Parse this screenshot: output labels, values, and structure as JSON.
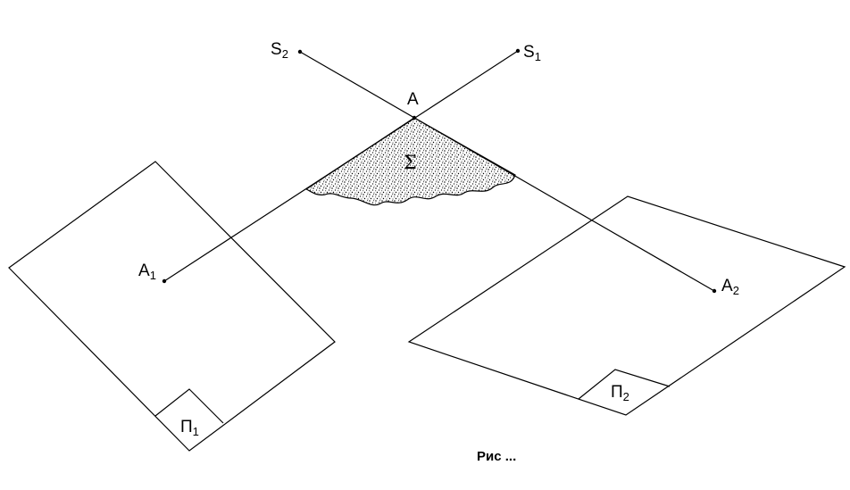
{
  "labels": {
    "s2": "S",
    "s2_sub": "2",
    "s1": "S",
    "s1_sub": "1",
    "a": "A",
    "a1": "A",
    "a1_sub": "1",
    "a2": "A",
    "a2_sub": "2",
    "sigma": "Σ",
    "plane1": "П",
    "plane1_sub": "1",
    "plane2": "П",
    "plane2_sub": "2"
  },
  "caption": "Рис ...",
  "colors": {
    "stroke": "#000000",
    "background": "#ffffff"
  }
}
